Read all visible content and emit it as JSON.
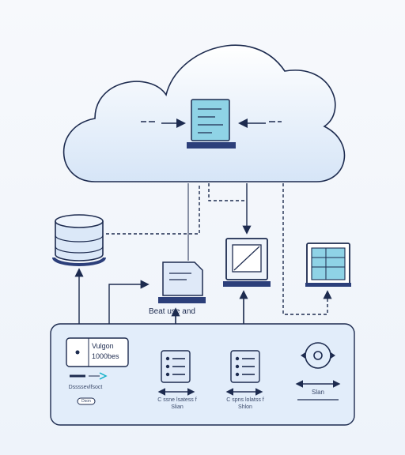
{
  "labels": {
    "bottom_center": "Beat    use and",
    "panel_left_text_1": "Vulgon",
    "panel_left_text_2": "1000bes",
    "panel_left_caption_1": "Dssssevlfsoct",
    "panel_left_caption_2": "Dson",
    "panel_mid1_caption_1": "C ssne lsatess f",
    "panel_mid1_caption_2": "Slian",
    "panel_mid2_caption_1": "C spns lolatss f",
    "panel_mid2_caption_2": "Shlon",
    "panel_right_caption": "Slan"
  },
  "colors": {
    "cloud_fill": "#dfeaf8",
    "outline": "#1d2b4f",
    "screen_fill": "#8fd3e6",
    "device_base": "#2c3f7a",
    "panel_fill": "#e2edfa"
  },
  "icons": [
    "cloud-icon",
    "server-icon",
    "database-icon",
    "document-icon",
    "monitor-icon",
    "display-icon",
    "list-icon",
    "cycle-icon"
  ]
}
